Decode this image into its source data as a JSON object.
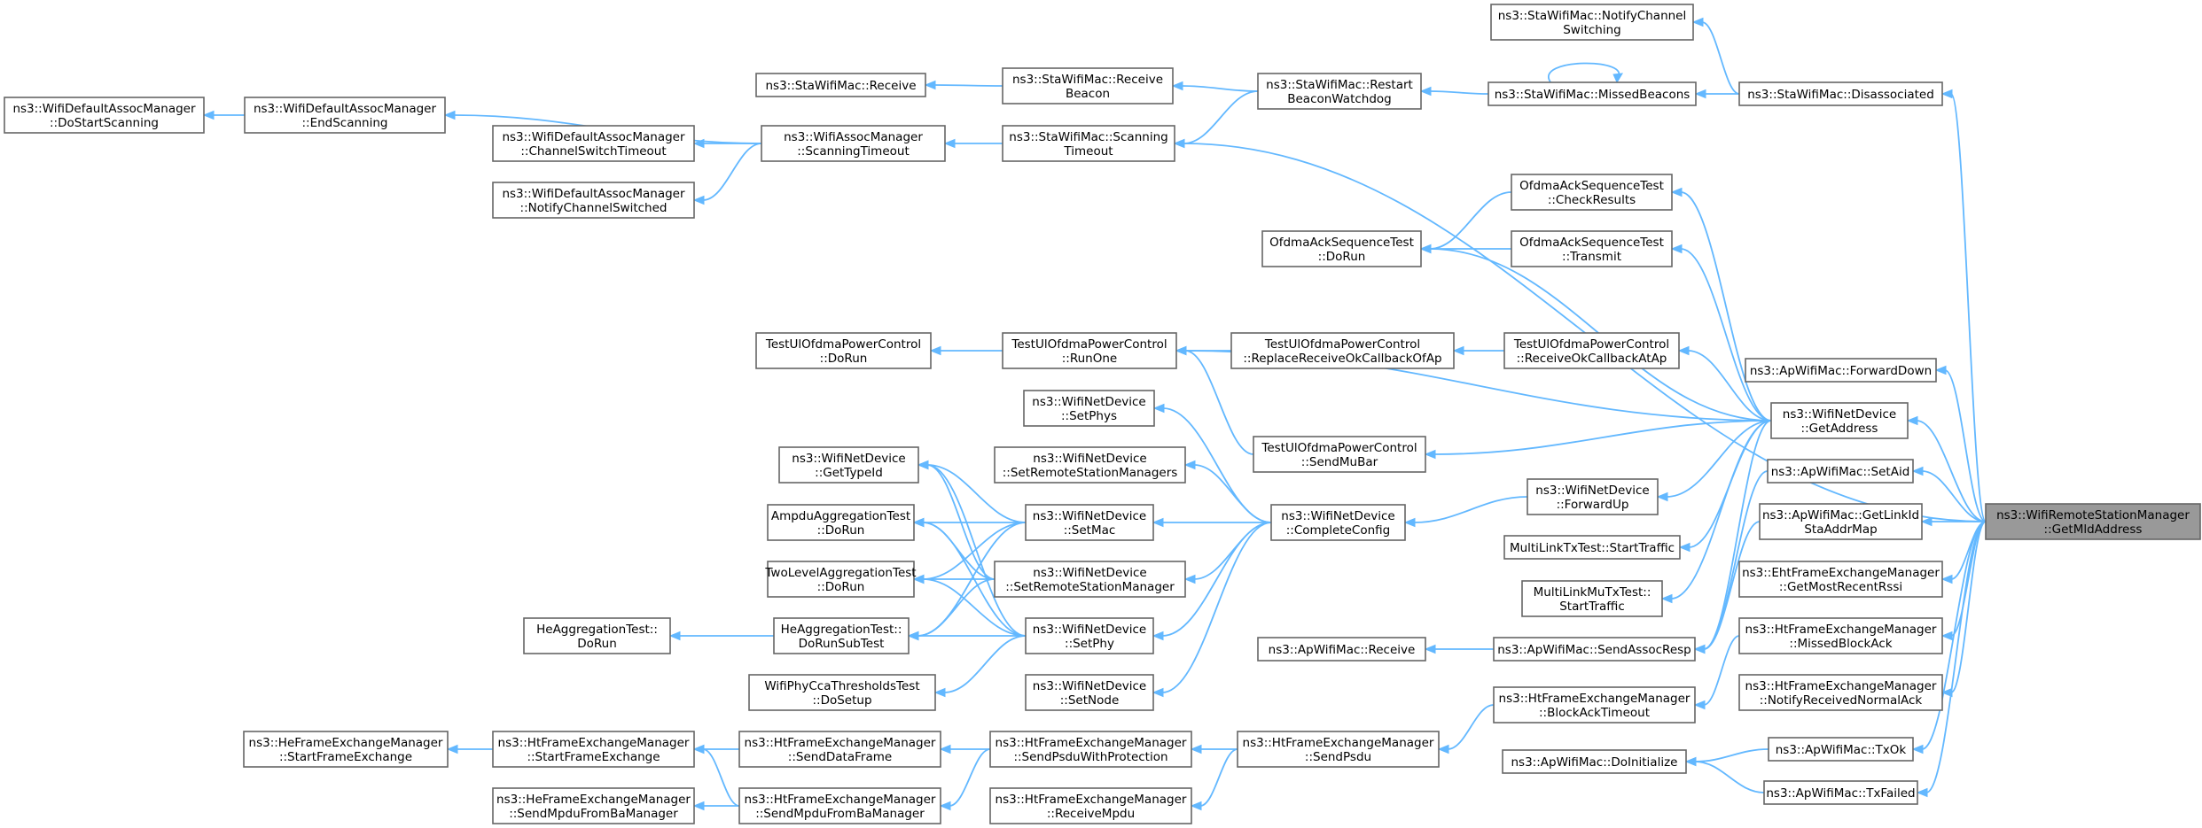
{
  "colors": {
    "edge": "#63b8ff",
    "border": "#666666",
    "root_fill": "#999999",
    "fill": "#ffffff"
  },
  "nodes": {
    "n1": {
      "lines": [
        "ns3::WifiDefaultAssocManager",
        "::DoStartScanning"
      ]
    },
    "n2": {
      "lines": [
        "ns3::WifiDefaultAssocManager",
        "::EndScanning"
      ]
    },
    "n3": {
      "lines": [
        "ns3::WifiDefaultAssocManager",
        "::ChannelSwitchTimeout"
      ]
    },
    "n4": {
      "lines": [
        "ns3::WifiDefaultAssocManager",
        "::NotifyChannelSwitched"
      ]
    },
    "n5": {
      "lines": [
        "ns3::StaWifiMac::Receive"
      ]
    },
    "n6": {
      "lines": [
        "ns3::WifiAssocManager",
        "::ScanningTimeout"
      ]
    },
    "n7": {
      "lines": [
        "ns3::StaWifiMac::Receive",
        "Beacon"
      ]
    },
    "n8": {
      "lines": [
        "ns3::StaWifiMac::Scanning",
        "Timeout"
      ]
    },
    "n9": {
      "lines": [
        "ns3::StaWifiMac::Restart",
        "BeaconWatchdog"
      ]
    },
    "n10": {
      "lines": [
        "ns3::StaWifiMac::NotifyChannel",
        "Switching"
      ]
    },
    "n11": {
      "lines": [
        "ns3::StaWifiMac::MissedBeacons"
      ]
    },
    "n12": {
      "lines": [
        "ns3::StaWifiMac::Disassociated"
      ]
    },
    "n13": {
      "lines": [
        "OfdmaAckSequenceTest",
        "::CheckResults"
      ]
    },
    "n14": {
      "lines": [
        "OfdmaAckSequenceTest",
        "::DoRun"
      ]
    },
    "n15": {
      "lines": [
        "OfdmaAckSequenceTest",
        "::Transmit"
      ]
    },
    "n16": {
      "lines": [
        "TestUlOfdmaPowerControl",
        "::DoRun"
      ]
    },
    "n17": {
      "lines": [
        "TestUlOfdmaPowerControl",
        "::RunOne"
      ]
    },
    "n18": {
      "lines": [
        "TestUlOfdmaPowerControl",
        "::ReplaceReceiveOkCallbackOfAp"
      ]
    },
    "n19": {
      "lines": [
        "TestUlOfdmaPowerControl",
        "::ReceiveOkCallbackAtAp"
      ]
    },
    "n20": {
      "lines": [
        "ns3::ApWifiMac::ForwardDown"
      ]
    },
    "n21": {
      "lines": [
        "ns3::WifiNetDevice",
        "::SetPhys"
      ]
    },
    "n22": {
      "lines": [
        "ns3::WifiNetDevice",
        "::GetAddress"
      ]
    },
    "n23": {
      "lines": [
        "TestUlOfdmaPowerControl",
        "::SendMuBar"
      ]
    },
    "n24": {
      "lines": [
        "ns3::WifiNetDevice",
        "::GetTypeId"
      ]
    },
    "n25": {
      "lines": [
        "ns3::WifiNetDevice",
        "::SetRemoteStationManagers"
      ]
    },
    "n26": {
      "lines": [
        "ns3::ApWifiMac::SetAid"
      ]
    },
    "n27": {
      "lines": [
        "ns3::WifiNetDevice",
        "::ForwardUp"
      ]
    },
    "n28": {
      "lines": [
        "ns3::ApWifiMac::GetLinkId",
        "StaAddrMap"
      ]
    },
    "n29": {
      "lines": [
        "ns3::WifiRemoteStationManager",
        "::GetMldAddress"
      ]
    },
    "n30": {
      "lines": [
        "AmpduAggregationTest",
        "::DoRun"
      ]
    },
    "n31": {
      "lines": [
        "ns3::WifiNetDevice",
        "::SetMac"
      ]
    },
    "n32": {
      "lines": [
        "ns3::WifiNetDevice",
        "::CompleteConfig"
      ]
    },
    "n33": {
      "lines": [
        "MultiLinkTxTest::StartTraffic"
      ]
    },
    "n34": {
      "lines": [
        "ns3::EhtFrameExchangeManager",
        "::GetMostRecentRssi"
      ]
    },
    "n35": {
      "lines": [
        "TwoLevelAggregationTest",
        "::DoRun"
      ]
    },
    "n36": {
      "lines": [
        "ns3::WifiNetDevice",
        "::SetRemoteStationManager"
      ]
    },
    "n37": {
      "lines": [
        "MultiLinkMuTxTest::",
        "StartTraffic"
      ]
    },
    "n38": {
      "lines": [
        "HeAggregationTest::",
        "DoRun"
      ]
    },
    "n39": {
      "lines": [
        "HeAggregationTest::",
        "DoRunSubTest"
      ]
    },
    "n40": {
      "lines": [
        "ns3::WifiNetDevice",
        "::SetPhy"
      ]
    },
    "n41": {
      "lines": [
        "ns3::HtFrameExchangeManager",
        "::MissedBlockAck"
      ]
    },
    "n42": {
      "lines": [
        "ns3::ApWifiMac::Receive"
      ]
    },
    "n43": {
      "lines": [
        "ns3::ApWifiMac::SendAssocResp"
      ]
    },
    "n44": {
      "lines": [
        "WifiPhyCcaThresholdsTest",
        "::DoSetup"
      ]
    },
    "n45": {
      "lines": [
        "ns3::WifiNetDevice",
        "::SetNode"
      ]
    },
    "n46": {
      "lines": [
        "ns3::HtFrameExchangeManager",
        "::NotifyReceivedNormalAck"
      ]
    },
    "n47": {
      "lines": [
        "ns3::HtFrameExchangeManager",
        "::BlockAckTimeout"
      ]
    },
    "n48": {
      "lines": [
        "ns3::HeFrameExchangeManager",
        "::StartFrameExchange"
      ]
    },
    "n49": {
      "lines": [
        "ns3::HtFrameExchangeManager",
        "::StartFrameExchange"
      ]
    },
    "n50": {
      "lines": [
        "ns3::HtFrameExchangeManager",
        "::SendDataFrame"
      ]
    },
    "n51": {
      "lines": [
        "ns3::HtFrameExchangeManager",
        "::SendPsduWithProtection"
      ]
    },
    "n52": {
      "lines": [
        "ns3::HtFrameExchangeManager",
        "::SendPsdu"
      ]
    },
    "n53": {
      "lines": [
        "ns3::ApWifiMac::TxOk"
      ]
    },
    "n54": {
      "lines": [
        "ns3::ApWifiMac::DoInitialize"
      ]
    },
    "n55": {
      "lines": [
        "ns3::HeFrameExchangeManager",
        "::SendMpduFromBaManager"
      ]
    },
    "n56": {
      "lines": [
        "ns3::HtFrameExchangeManager",
        "::SendMpduFromBaManager"
      ]
    },
    "n57": {
      "lines": [
        "ns3::HtFrameExchangeManager",
        "::ReceiveMpdu"
      ]
    },
    "n58": {
      "lines": [
        "ns3::ApWifiMac::TxFailed"
      ]
    }
  }
}
